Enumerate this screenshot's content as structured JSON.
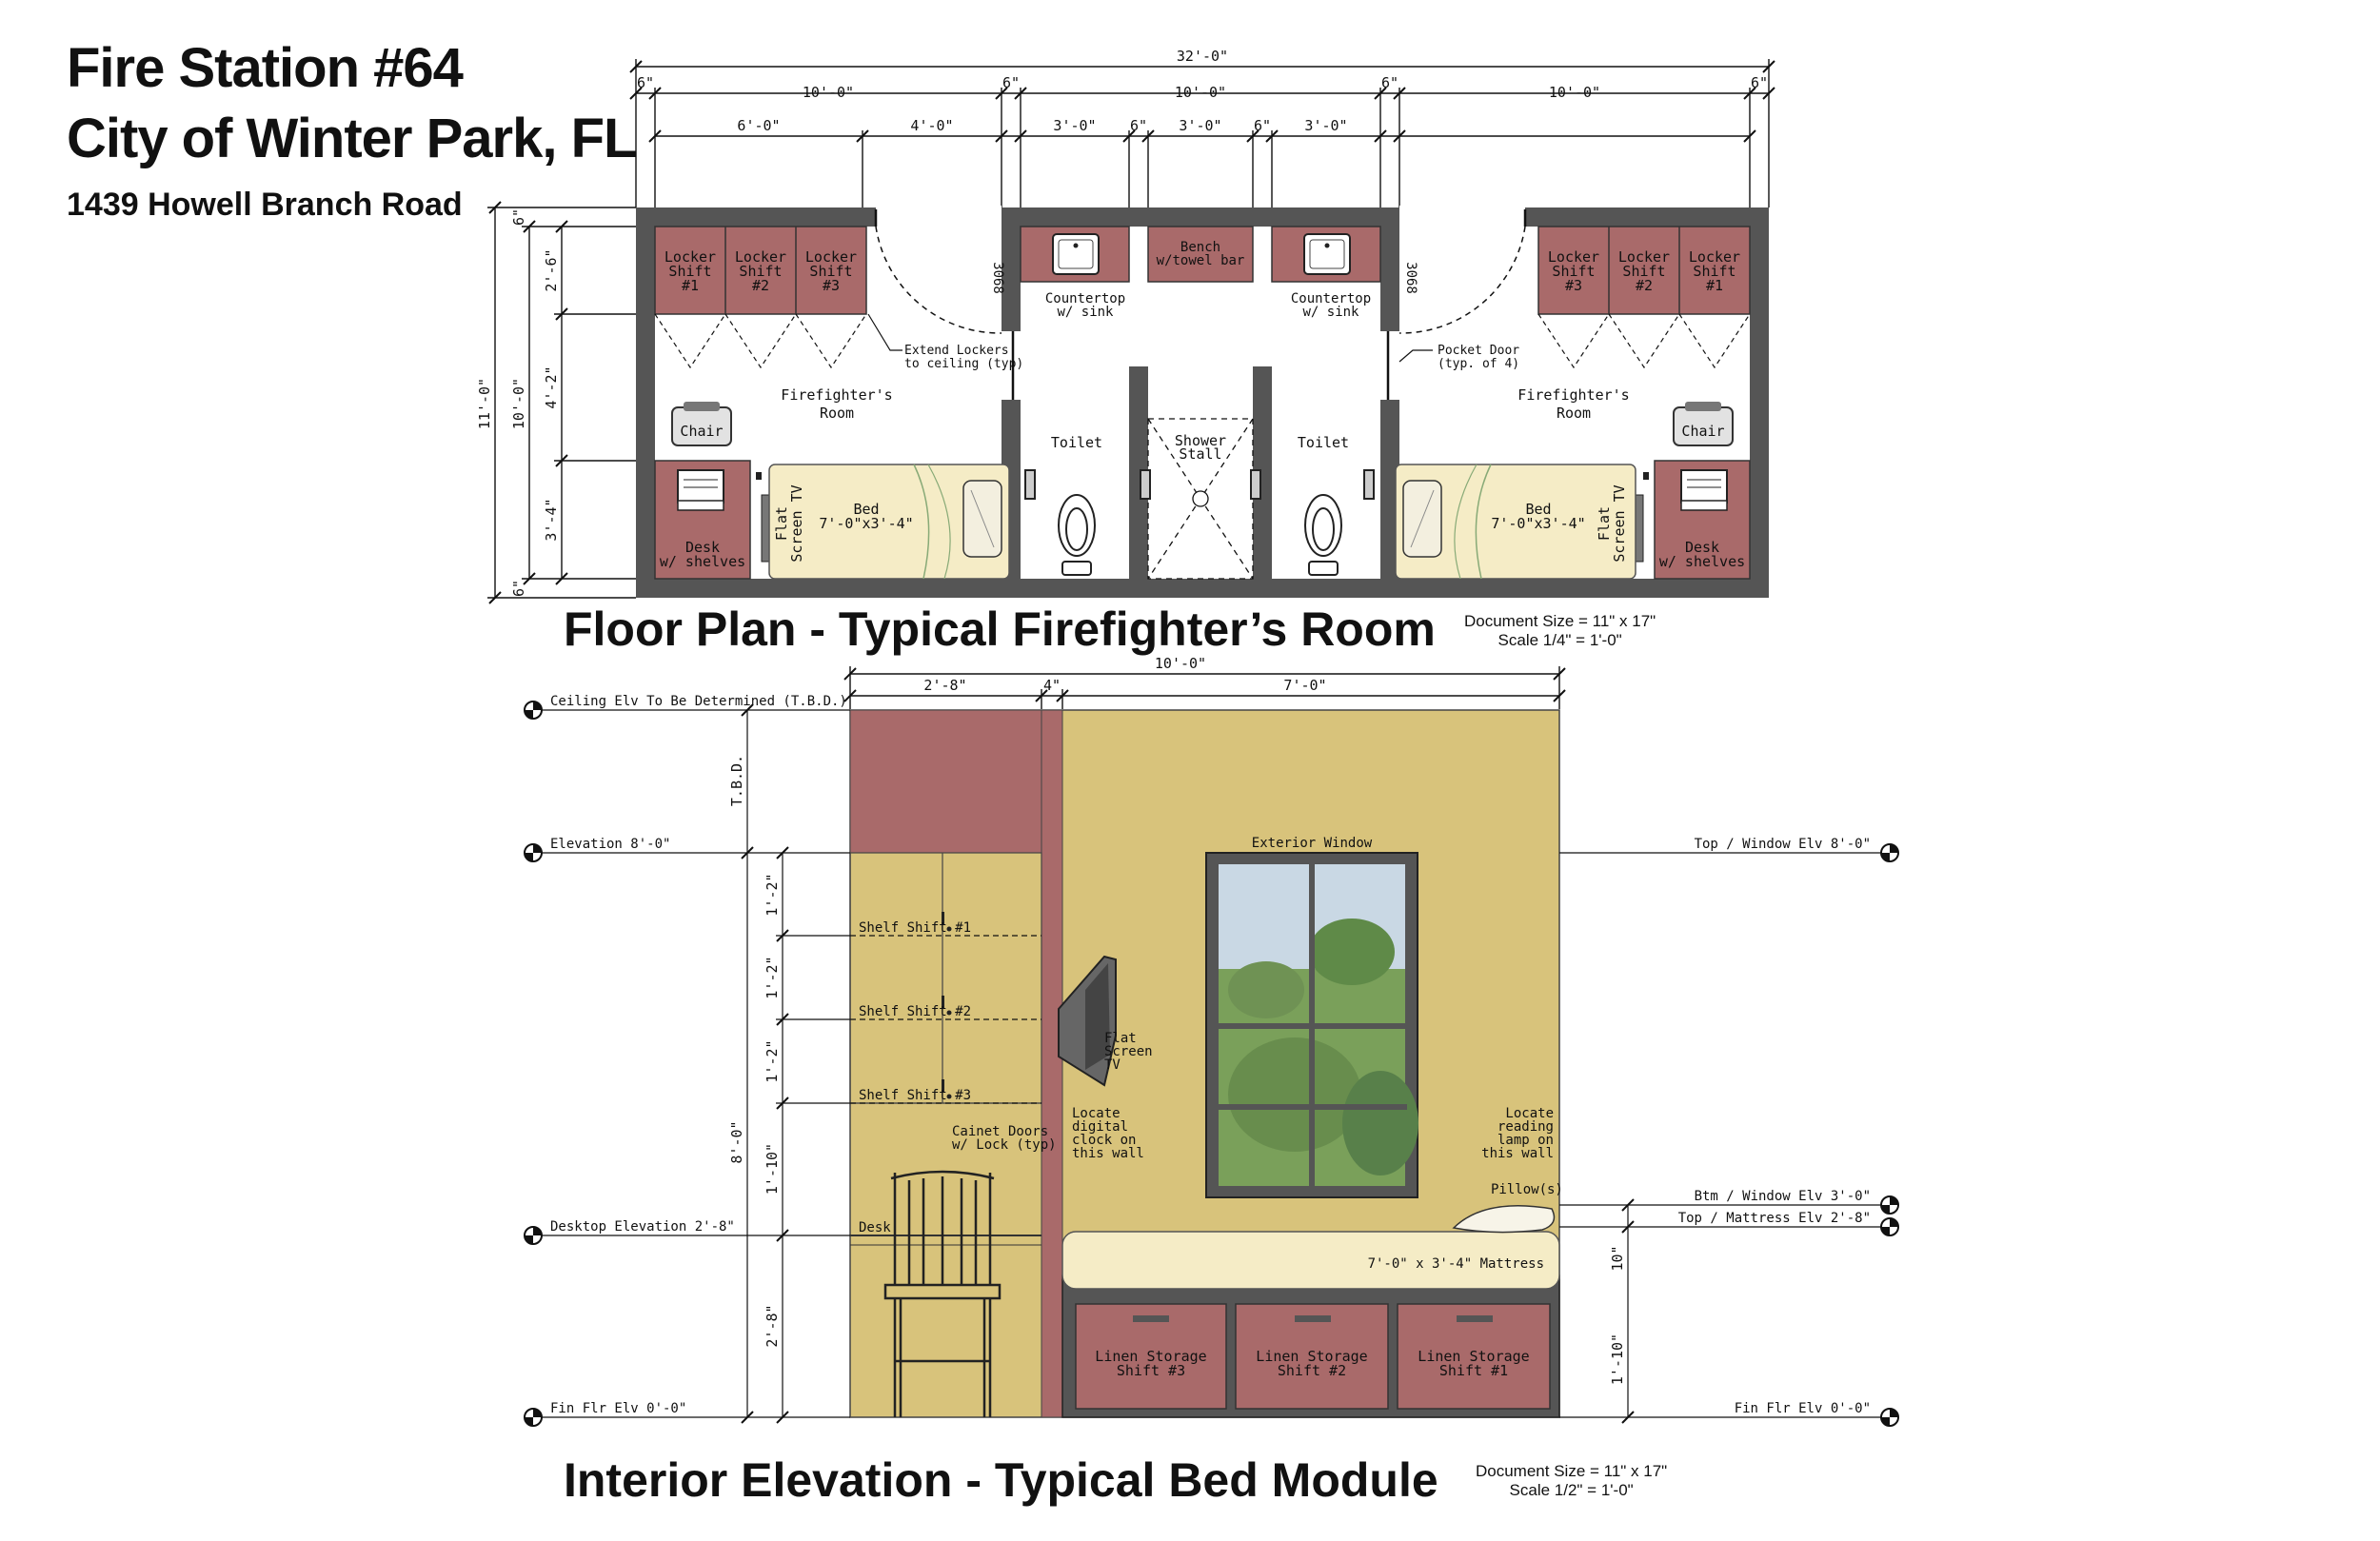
{
  "header": {
    "title": "Fire Station #64",
    "subtitle": "City of Winter Park, FL",
    "address": "1439 Howell Branch Road"
  },
  "floor_plan": {
    "title": "Floor Plan - Typical Firefighter’s Room",
    "doc_size": "Document Size = 11\" x 17\"",
    "scale": "Scale 1/4\" = 1'-0\"",
    "dims": {
      "overall": "32'-0\"",
      "wall_6": "6\"",
      "span_10": "10'-0\"",
      "sub_6": "6'-0\"",
      "sub_4": "4'-0\"",
      "sub_3": "3'-0\"",
      "height_11": "11'-0\"",
      "height_10": "10'-0\"",
      "v_2_6": "2'-6\"",
      "v_4_2": "4'-2\"",
      "v_3_4": "3'-4\""
    },
    "labels": {
      "locker_line1": "Locker",
      "locker_line2": "Shift",
      "locker_1": "#1",
      "locker_2": "#2",
      "locker_3": "#3",
      "door_code": "3068",
      "countertop": "Countertop",
      "w_sink": "w/ sink",
      "bench": "Bench",
      "w_towel_bar": "w/towel bar",
      "extend_lockers_1": "Extend Lockers",
      "extend_lockers_2": "to ceiling (typ)",
      "pocket_door_1": "Pocket Door",
      "pocket_door_2": "(typ. of 4)",
      "firefighters": "Firefighter's",
      "room": "Room",
      "chair": "Chair",
      "toilet": "Toilet",
      "shower": "Shower",
      "stall": "Stall",
      "desk": "Desk",
      "w_shelves": "w/ shelves",
      "flat": "Flat",
      "screen_tv": "Screen TV",
      "bed": "Bed",
      "bed_size": "7'-0\"x3'-4\""
    }
  },
  "elevation": {
    "title": "Interior Elevation - Typical Bed Module",
    "doc_size": "Document Size = 11\" x 17\"",
    "scale": "Scale 1/2\" = 1'-0\"",
    "dims": {
      "top_total": "10'-0\"",
      "top_a": "2'-8\"",
      "top_b": "4\"",
      "top_c": "7'-0\"",
      "tbd": "T.B.D.",
      "h_8": "8'-0\"",
      "h_1_2": "1'-2\"",
      "h_1_10": "1'-10\"",
      "h_2_8": "2'-8\"",
      "r_10": "10\"",
      "r_1_10": "1'-10\""
    },
    "levels": {
      "ceiling": "Ceiling Elv To Be Determined (T.B.D.)",
      "elev_8": "Elevation 8'-0\"",
      "desktop": "Desktop Elevation 2'-8\"",
      "fin_flr_left": "Fin Flr Elv 0'-0\"",
      "top_window": "Top / Window Elv 8'-0\"",
      "btm_window": "Btm / Window Elv 3'-0\"",
      "top_mattress": "Top / Mattress Elv 2'-8\"",
      "fin_flr_right": "Fin Flr Elv 0'-0\""
    },
    "labels": {
      "shelf_1": "Shelf Shift #1",
      "shelf_2": "Shelf Shift #2",
      "shelf_3": "Shelf Shift #3",
      "cabinet_1": "Cainet Doors",
      "cabinet_2": "w/ Lock (typ)",
      "desk": "Desk",
      "exterior_window": "Exterior Window",
      "tv_1": "Flat",
      "tv_2": "Screen",
      "tv_3": "TV",
      "clock_1": "Locate",
      "clock_2": "digital",
      "clock_3": "clock on",
      "clock_4": "this wall",
      "lamp_1": "Locate",
      "lamp_2": "reading",
      "lamp_3": "lamp on",
      "lamp_4": "this wall",
      "pillow": "Pillow(s)",
      "mattress": "7'-0\" x 3'-4\" Mattress",
      "linen": "Linen Storage",
      "shift_3": "Shift #3",
      "shift_2": "Shift #2",
      "shift_1": "Shift #1"
    }
  },
  "colors": {
    "locker": "#a96a6a",
    "bed": "#f5ecc6",
    "wall_yellow": "#d8c37b",
    "wall_maroon": "#a96a6a",
    "plan_wall": "#555555"
  }
}
